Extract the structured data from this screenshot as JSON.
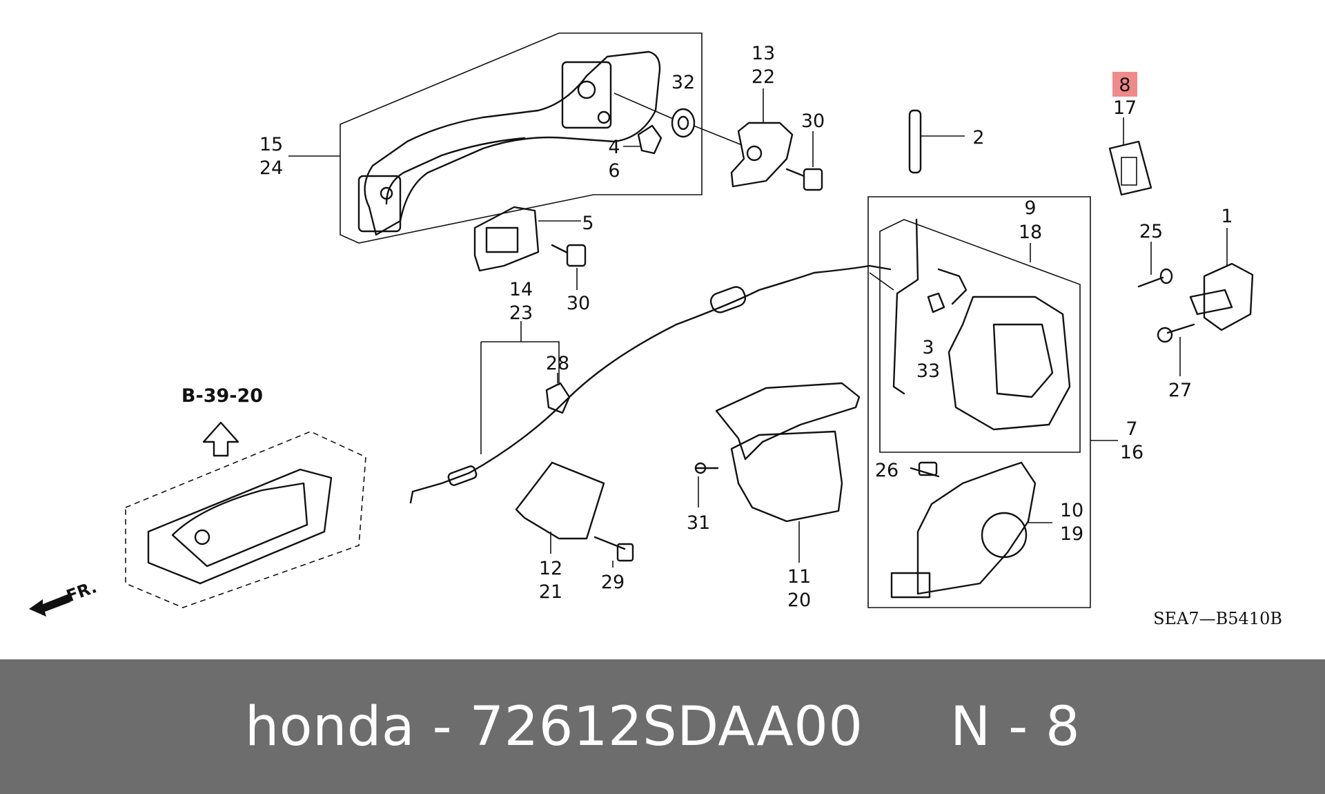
{
  "diagram": {
    "diagram_code": "SEA7—B5410B",
    "reference": "B-39-20",
    "direction_label": "FR.",
    "highlight_color": "#f08a8a",
    "highlighted_part": "8",
    "labels": {
      "l15": "15",
      "l24": "24",
      "l32": "32",
      "l4": "4",
      "l6": "6",
      "l13": "13",
      "l22": "22",
      "l30a": "30",
      "l5": "5",
      "l30b": "30",
      "l2": "2",
      "l8": "8",
      "l17": "17",
      "l9": "9",
      "l18": "18",
      "l25": "25",
      "l1": "1",
      "l27": "27",
      "l3": "3",
      "l33": "33",
      "l7": "7",
      "l16": "16",
      "l14": "14",
      "l23": "23",
      "l28": "28",
      "l26": "26",
      "l10": "10",
      "l19": "19",
      "l31": "31",
      "l11": "11",
      "l20": "20",
      "l12": "12",
      "l21": "21",
      "l29": "29"
    }
  },
  "footer": {
    "brand": "honda",
    "separator": " - ",
    "part_number": "72612SDAA00",
    "gap": "     ",
    "position": "N - 8"
  }
}
